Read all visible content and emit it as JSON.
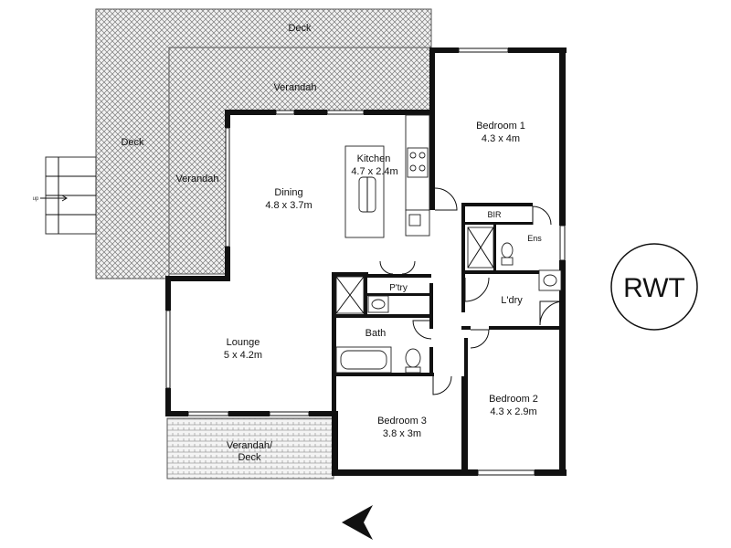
{
  "rooms": {
    "deck_top": "Deck",
    "deck_left": "Deck",
    "verandah_top": "Verandah",
    "verandah_left": "Verandah",
    "dining": {
      "name": "Dining",
      "size": "4.8 x 3.7m"
    },
    "kitchen": {
      "name": "Kitchen",
      "size": "4.7 x 2.4m"
    },
    "bedroom1": {
      "name": "Bedroom 1",
      "size": "4.3 x 4m"
    },
    "bir": "BIR",
    "ens": "Ens",
    "pantry": "P'try",
    "laundry": "L'dry",
    "bath": "Bath",
    "lounge": {
      "name": "Lounge",
      "size": "5 x 4.2m"
    },
    "bedroom2": {
      "name": "Bedroom 2",
      "size": "4.3 x 2.9m"
    },
    "bedroom3": {
      "name": "Bedroom 3",
      "size": "3.8 x 3m"
    },
    "verandah_deck": {
      "line1": "Verandah/",
      "line2": "Deck"
    }
  },
  "stairs_label": "up",
  "compass_label": "N",
  "logo": "RWT"
}
